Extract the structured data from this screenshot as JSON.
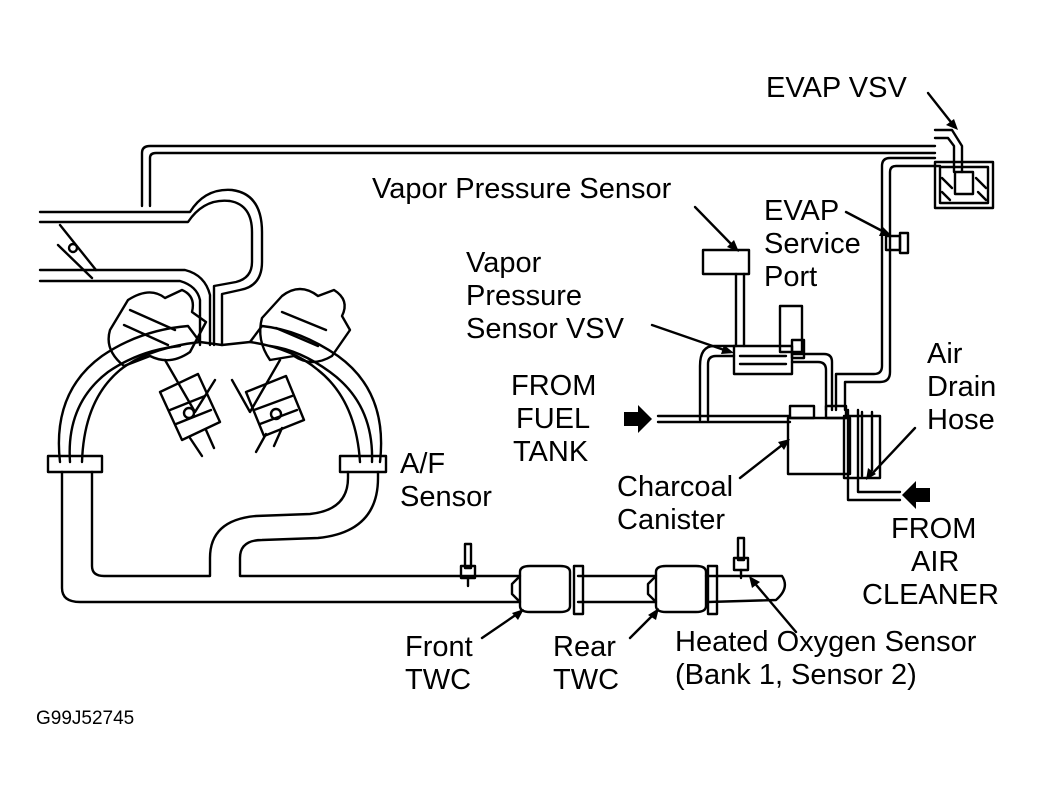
{
  "colors": {
    "ink": "#000000",
    "paper": "#ffffff"
  },
  "labels": {
    "evap_vsv": "EVAP VSV",
    "vapor_pressure_sensor": "Vapor Pressure Sensor",
    "evap_service_port": [
      "EVAP",
      "Service",
      "Port"
    ],
    "vapor_pressure_sensor_vsv": [
      "Vapor",
      "Pressure",
      "Sensor VSV"
    ],
    "from_fuel_tank": [
      "FROM",
      "FUEL",
      "TANK"
    ],
    "air_drain_hose": [
      "Air",
      "Drain",
      "Hose"
    ],
    "af_sensor": [
      "A/F",
      "Sensor"
    ],
    "charcoal_canister": [
      "Charcoal",
      "Canister"
    ],
    "from_air_cleaner": [
      "FROM",
      "AIR",
      "CLEANER"
    ],
    "front_twc": [
      "Front",
      "TWC"
    ],
    "rear_twc": [
      "Rear",
      "TWC"
    ],
    "heated_oxygen_sensor": [
      "Heated Oxygen Sensor",
      "(Bank 1, Sensor 2)"
    ],
    "figure_code": "G99J52745"
  }
}
